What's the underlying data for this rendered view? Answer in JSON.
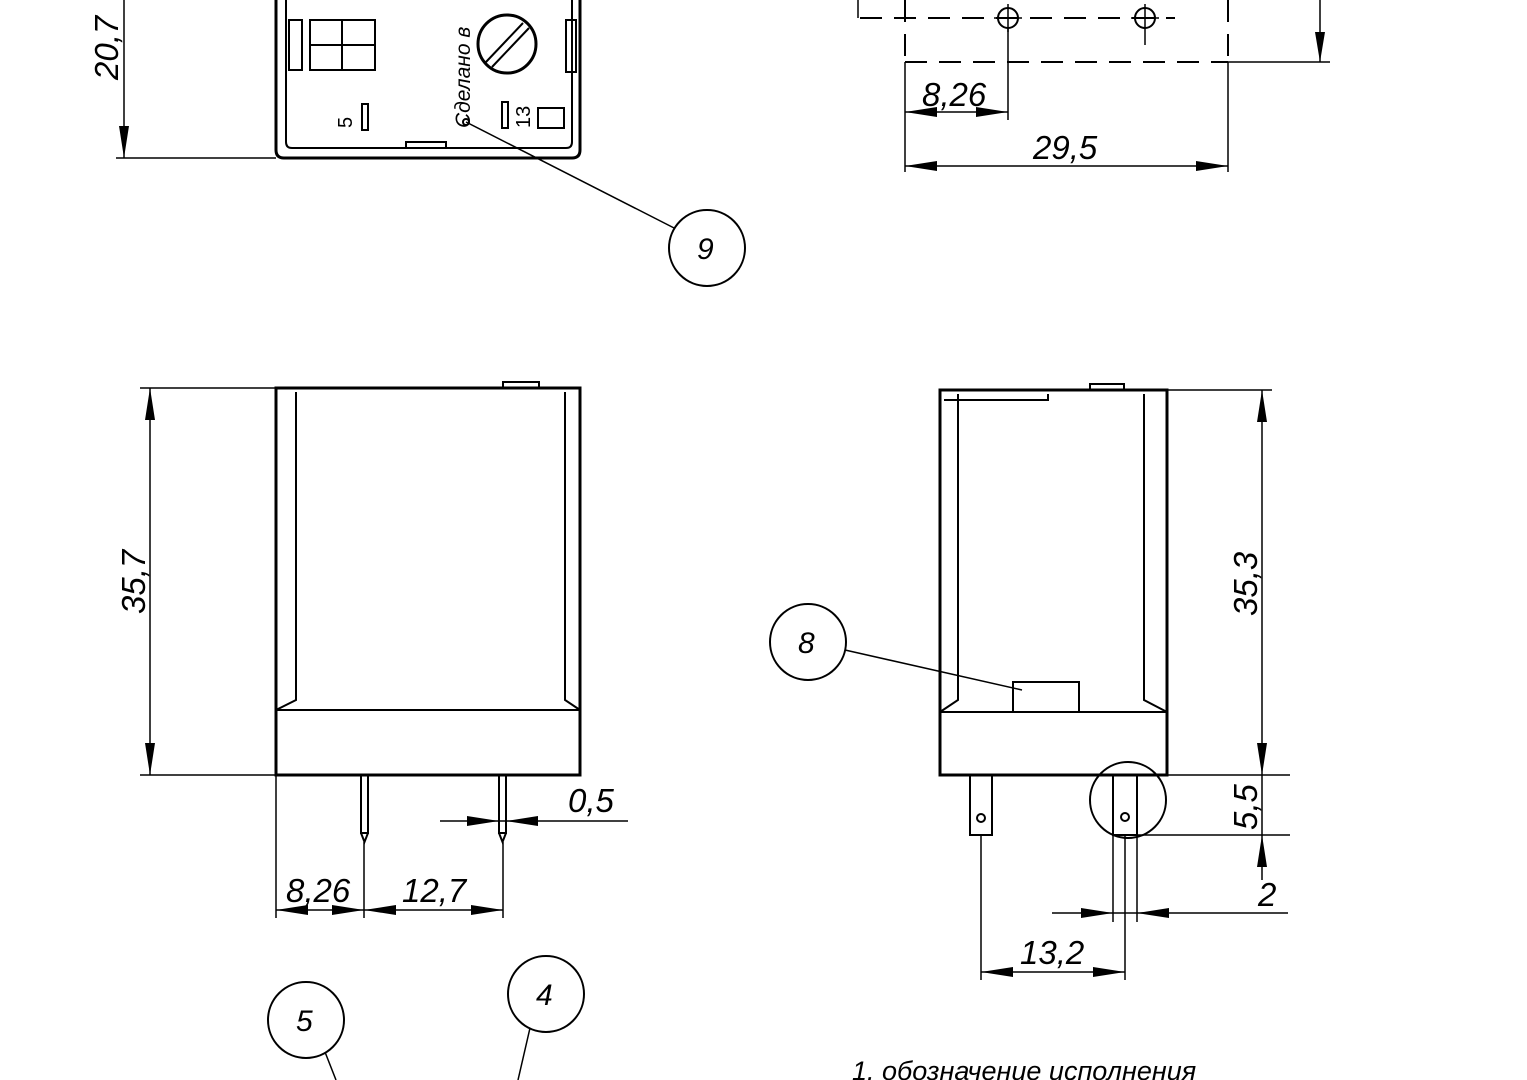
{
  "dimensions": {
    "top_left_height": "20,7",
    "top_right_small": "8,26",
    "top_right_width": "29,5",
    "front_height": "35,7",
    "front_pin_thickness": "0,5",
    "front_pin_offset": "8,26",
    "front_pin_pitch": "12,7",
    "side_height": "35,3",
    "side_pin_length": "5,5",
    "side_pin_width": "2",
    "side_pin_pitch": "13,2"
  },
  "top_view": {
    "marking_text": "Сделано в",
    "pin_label_a": "5",
    "pin_label_b": "13"
  },
  "balloons": {
    "b9": "9",
    "b8": "8",
    "b5": "5",
    "b4": "4"
  },
  "note": "1. обозначение исполнения"
}
